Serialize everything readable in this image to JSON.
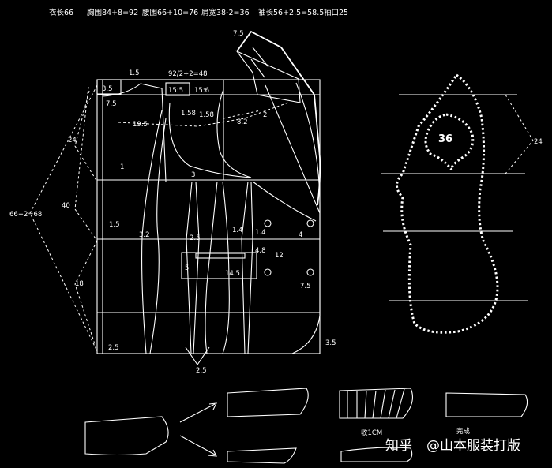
{
  "header": {
    "length": "衣长66",
    "bust": "胸围84+8=92",
    "waist": "腰围66+10=76",
    "shoulder": "肩宽38-2=36",
    "sleeve": "袖长56+2.5=58.5",
    "cuff": "袖口25"
  },
  "labels": {
    "half_bust": "92/2+2=48",
    "l_15a": "1.5",
    "l_35": "3.5",
    "l_75a": "7.5",
    "l_155": "15:5",
    "l_156": "15:6",
    "l_195": "19.5",
    "l_158a": "1.58",
    "l_158b": "1.58",
    "l_82": "8.2",
    "l_2": "2",
    "l_75s": "7.5",
    "l_24": "24",
    "l_1": "1",
    "l_3": "3",
    "l_40": "40",
    "l_hem": "66+2=68",
    "l_15b": "1.5",
    "l_32": "3.2",
    "l_25a": "2.5",
    "l_14a": "1.4",
    "l_14b": "1.4",
    "l_48": "4.8",
    "l_4": "4",
    "l_12": "12",
    "l_5": "5",
    "l_145": "14.5",
    "l_75b": "7.5",
    "l_18": "18",
    "l_25b": "2.5",
    "l_25c": "2.5",
    "l_35b": "3.5",
    "l_side24": "24",
    "collar_36": "36",
    "fold_note": "收1CM",
    "done_note": "完成"
  },
  "watermark": {
    "platform": "知乎",
    "author": "@山本服装打版"
  }
}
